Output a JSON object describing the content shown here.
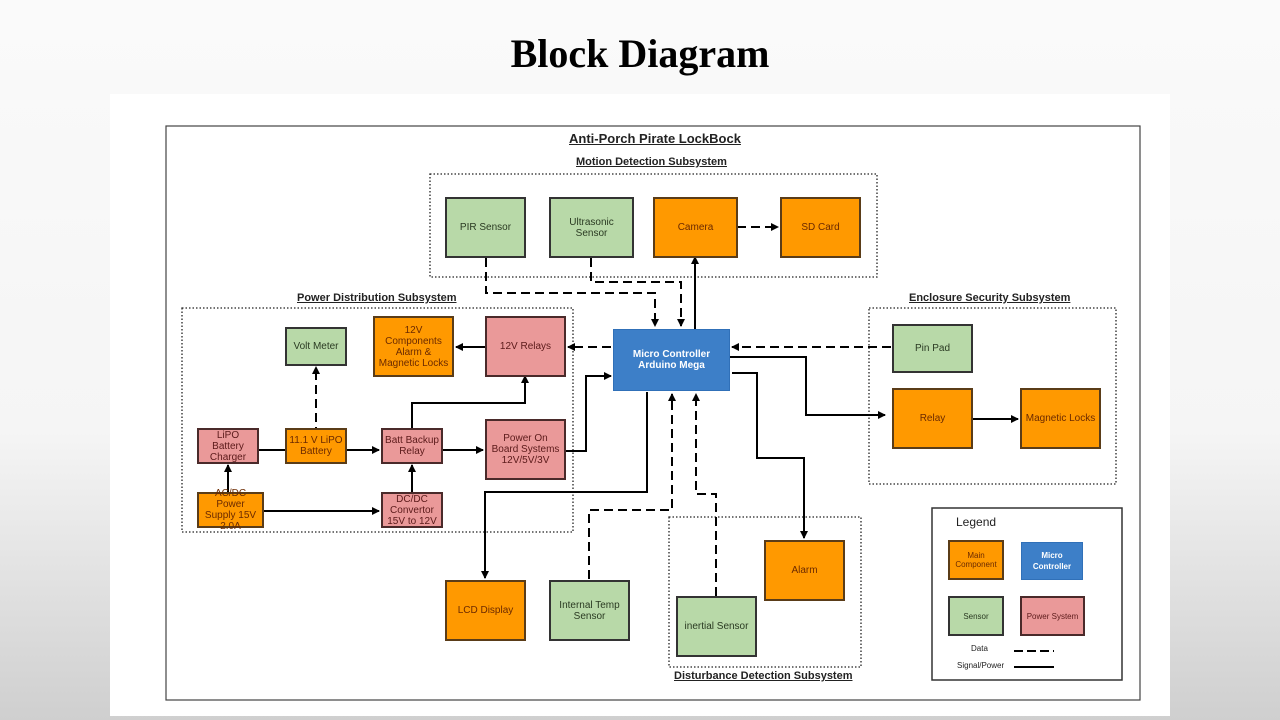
{
  "slide": {
    "title": "Block Diagram"
  },
  "diagram": {
    "title": "Anti-Porch Pirate LockBock",
    "subsystems": {
      "motion": "Motion Detection Subsystem",
      "power": "Power Distribution Subsystem",
      "enclosure": "Enclosure Security Subsystem",
      "disturbance": "Disturbance Detection Subsystem"
    },
    "blocks": {
      "pir": "PIR Sensor",
      "ultrasonic": "Ultrasonic Sensor",
      "camera": "Camera",
      "sdcard": "SD Card",
      "voltmeter": "Volt Meter",
      "components12v": "12V Components Alarm & Magnetic Locks",
      "relays12v": "12V Relays",
      "charger": "LiPO Battery Charger",
      "battery": "11.1 V LiPO Battery",
      "battrelay": "Batt Backup Relay",
      "poweronboard": "Power On Board Systems 12V/5V/3V",
      "acdc": "AC/DC Power Supply 15V 2.0A",
      "dcdc": "DC/DC Convertor 15V to 12V",
      "mcu_line1": "Micro Controller",
      "mcu_line2": "Arduino Mega",
      "pinpad": "Pin Pad",
      "relay": "Relay",
      "maglocks": "Magnetic Locks",
      "lcd": "LCD Display",
      "temp": "Internal Temp Sensor",
      "inertial": "inertial Sensor",
      "alarm": "Alarm"
    },
    "legend": {
      "title": "Legend",
      "main": "Main Component",
      "mcu": "Micro Controller",
      "sensor": "Sensor",
      "power": "Power System",
      "data": "Data",
      "signal": "Signal/Power"
    },
    "colors": {
      "main_component": "#FF9900",
      "micro_controller": "#3D7FC8",
      "sensor": "#B8D9A8",
      "power_system": "#EA9999"
    }
  }
}
